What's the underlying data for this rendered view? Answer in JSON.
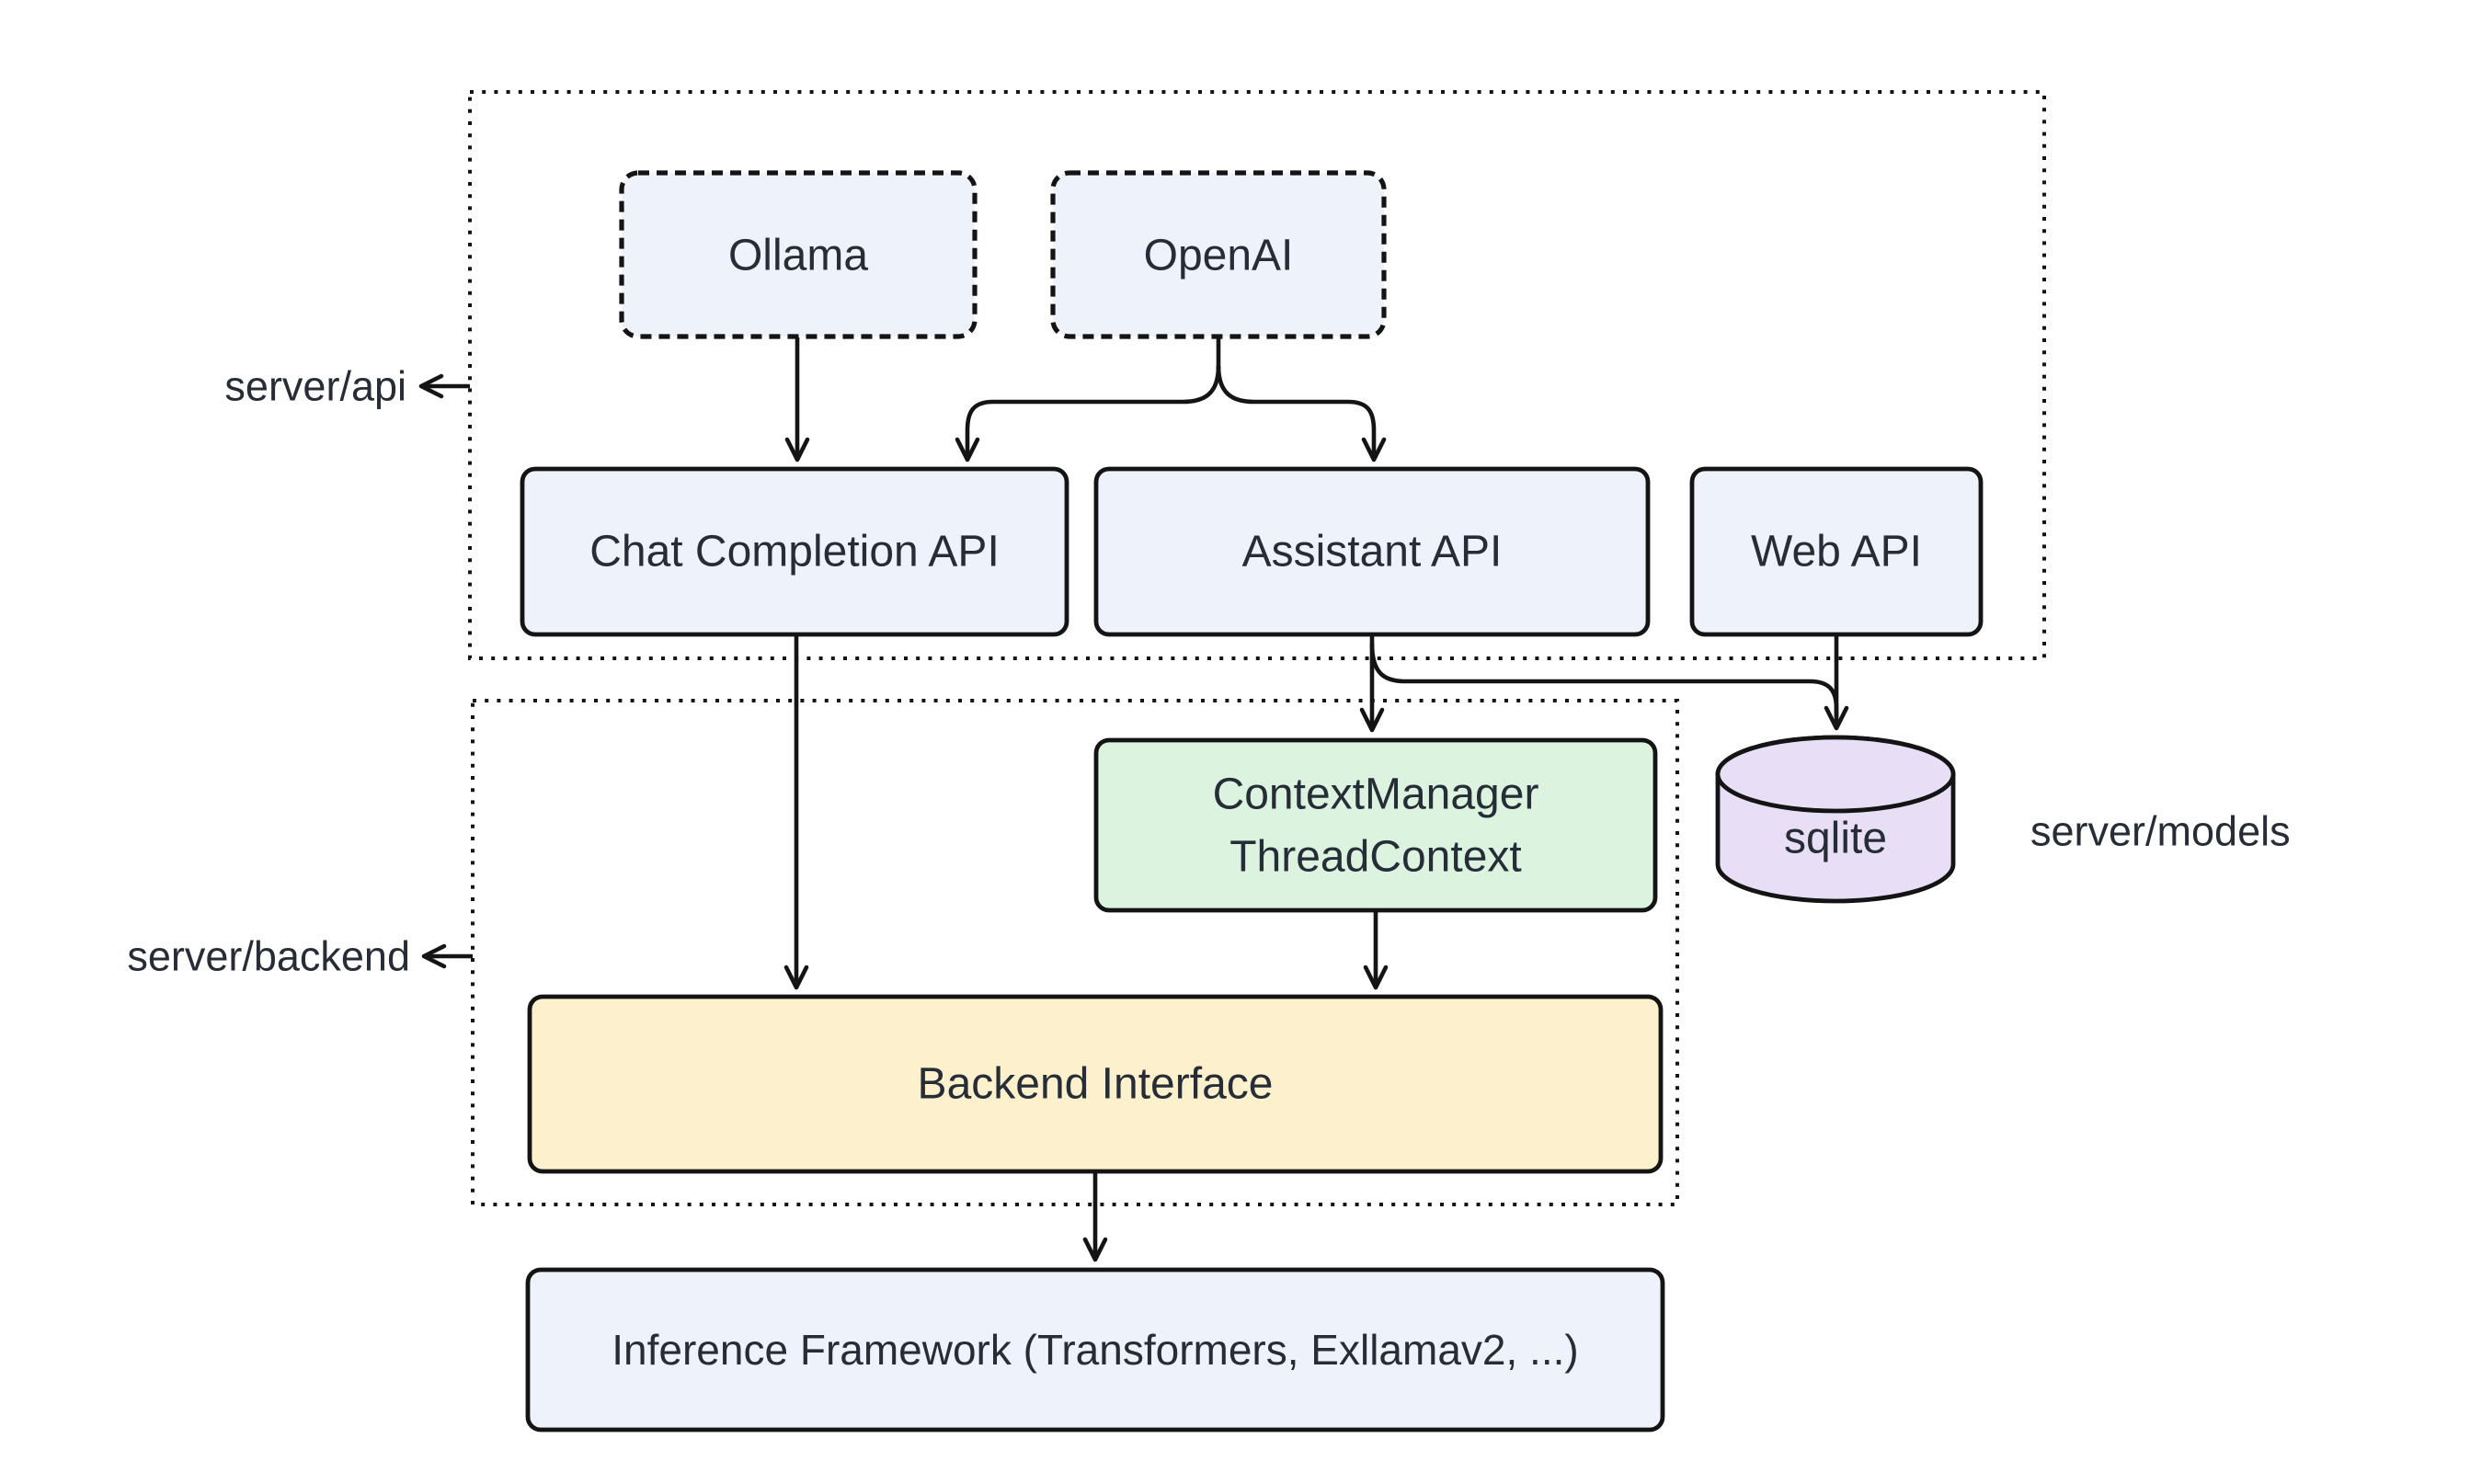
{
  "diagram": {
    "colors": {
      "background": "#ffffff",
      "stroke": "#141414",
      "text": "#262d37",
      "node_blue": "#eef2fa",
      "node_green": "#dcf3e0",
      "node_yellow": "#fcf0cd",
      "node_purple": "#e8dff6"
    },
    "containers": {
      "api": {
        "label": "server/api"
      },
      "backend": {
        "label": "server/backend"
      }
    },
    "nodes": {
      "ollama": {
        "label": "Ollama"
      },
      "openai": {
        "label": "OpenAI"
      },
      "chat_api": {
        "label": "Chat Completion API"
      },
      "assistant_api": {
        "label": "Assistant API"
      },
      "web_api": {
        "label": "Web API"
      },
      "context_manager": {
        "line1": "ContextManager",
        "line2": "ThreadContext"
      },
      "sqlite": {
        "label": "sqlite"
      },
      "backend_interface": {
        "label": "Backend Interface"
      },
      "inference_framework": {
        "label": "Inference Framework (Transformers, Exllamav2, ...)"
      }
    },
    "labels": {
      "models": "server/models"
    }
  }
}
